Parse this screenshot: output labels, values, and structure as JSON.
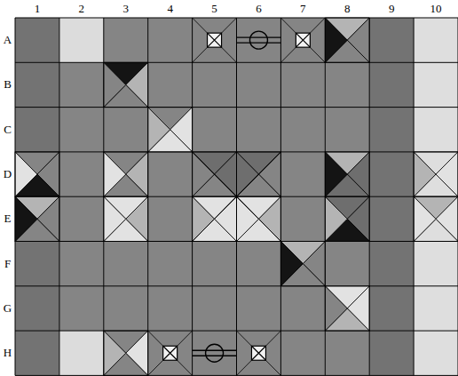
{
  "diagram": {
    "labels": [
      "1",
      "2",
      "3",
      "4",
      "5",
      "6",
      "7",
      "8",
      "9",
      "10",
      "A",
      "B",
      "C",
      "D",
      "E",
      "F",
      "G",
      "H"
    ]
  }
}
